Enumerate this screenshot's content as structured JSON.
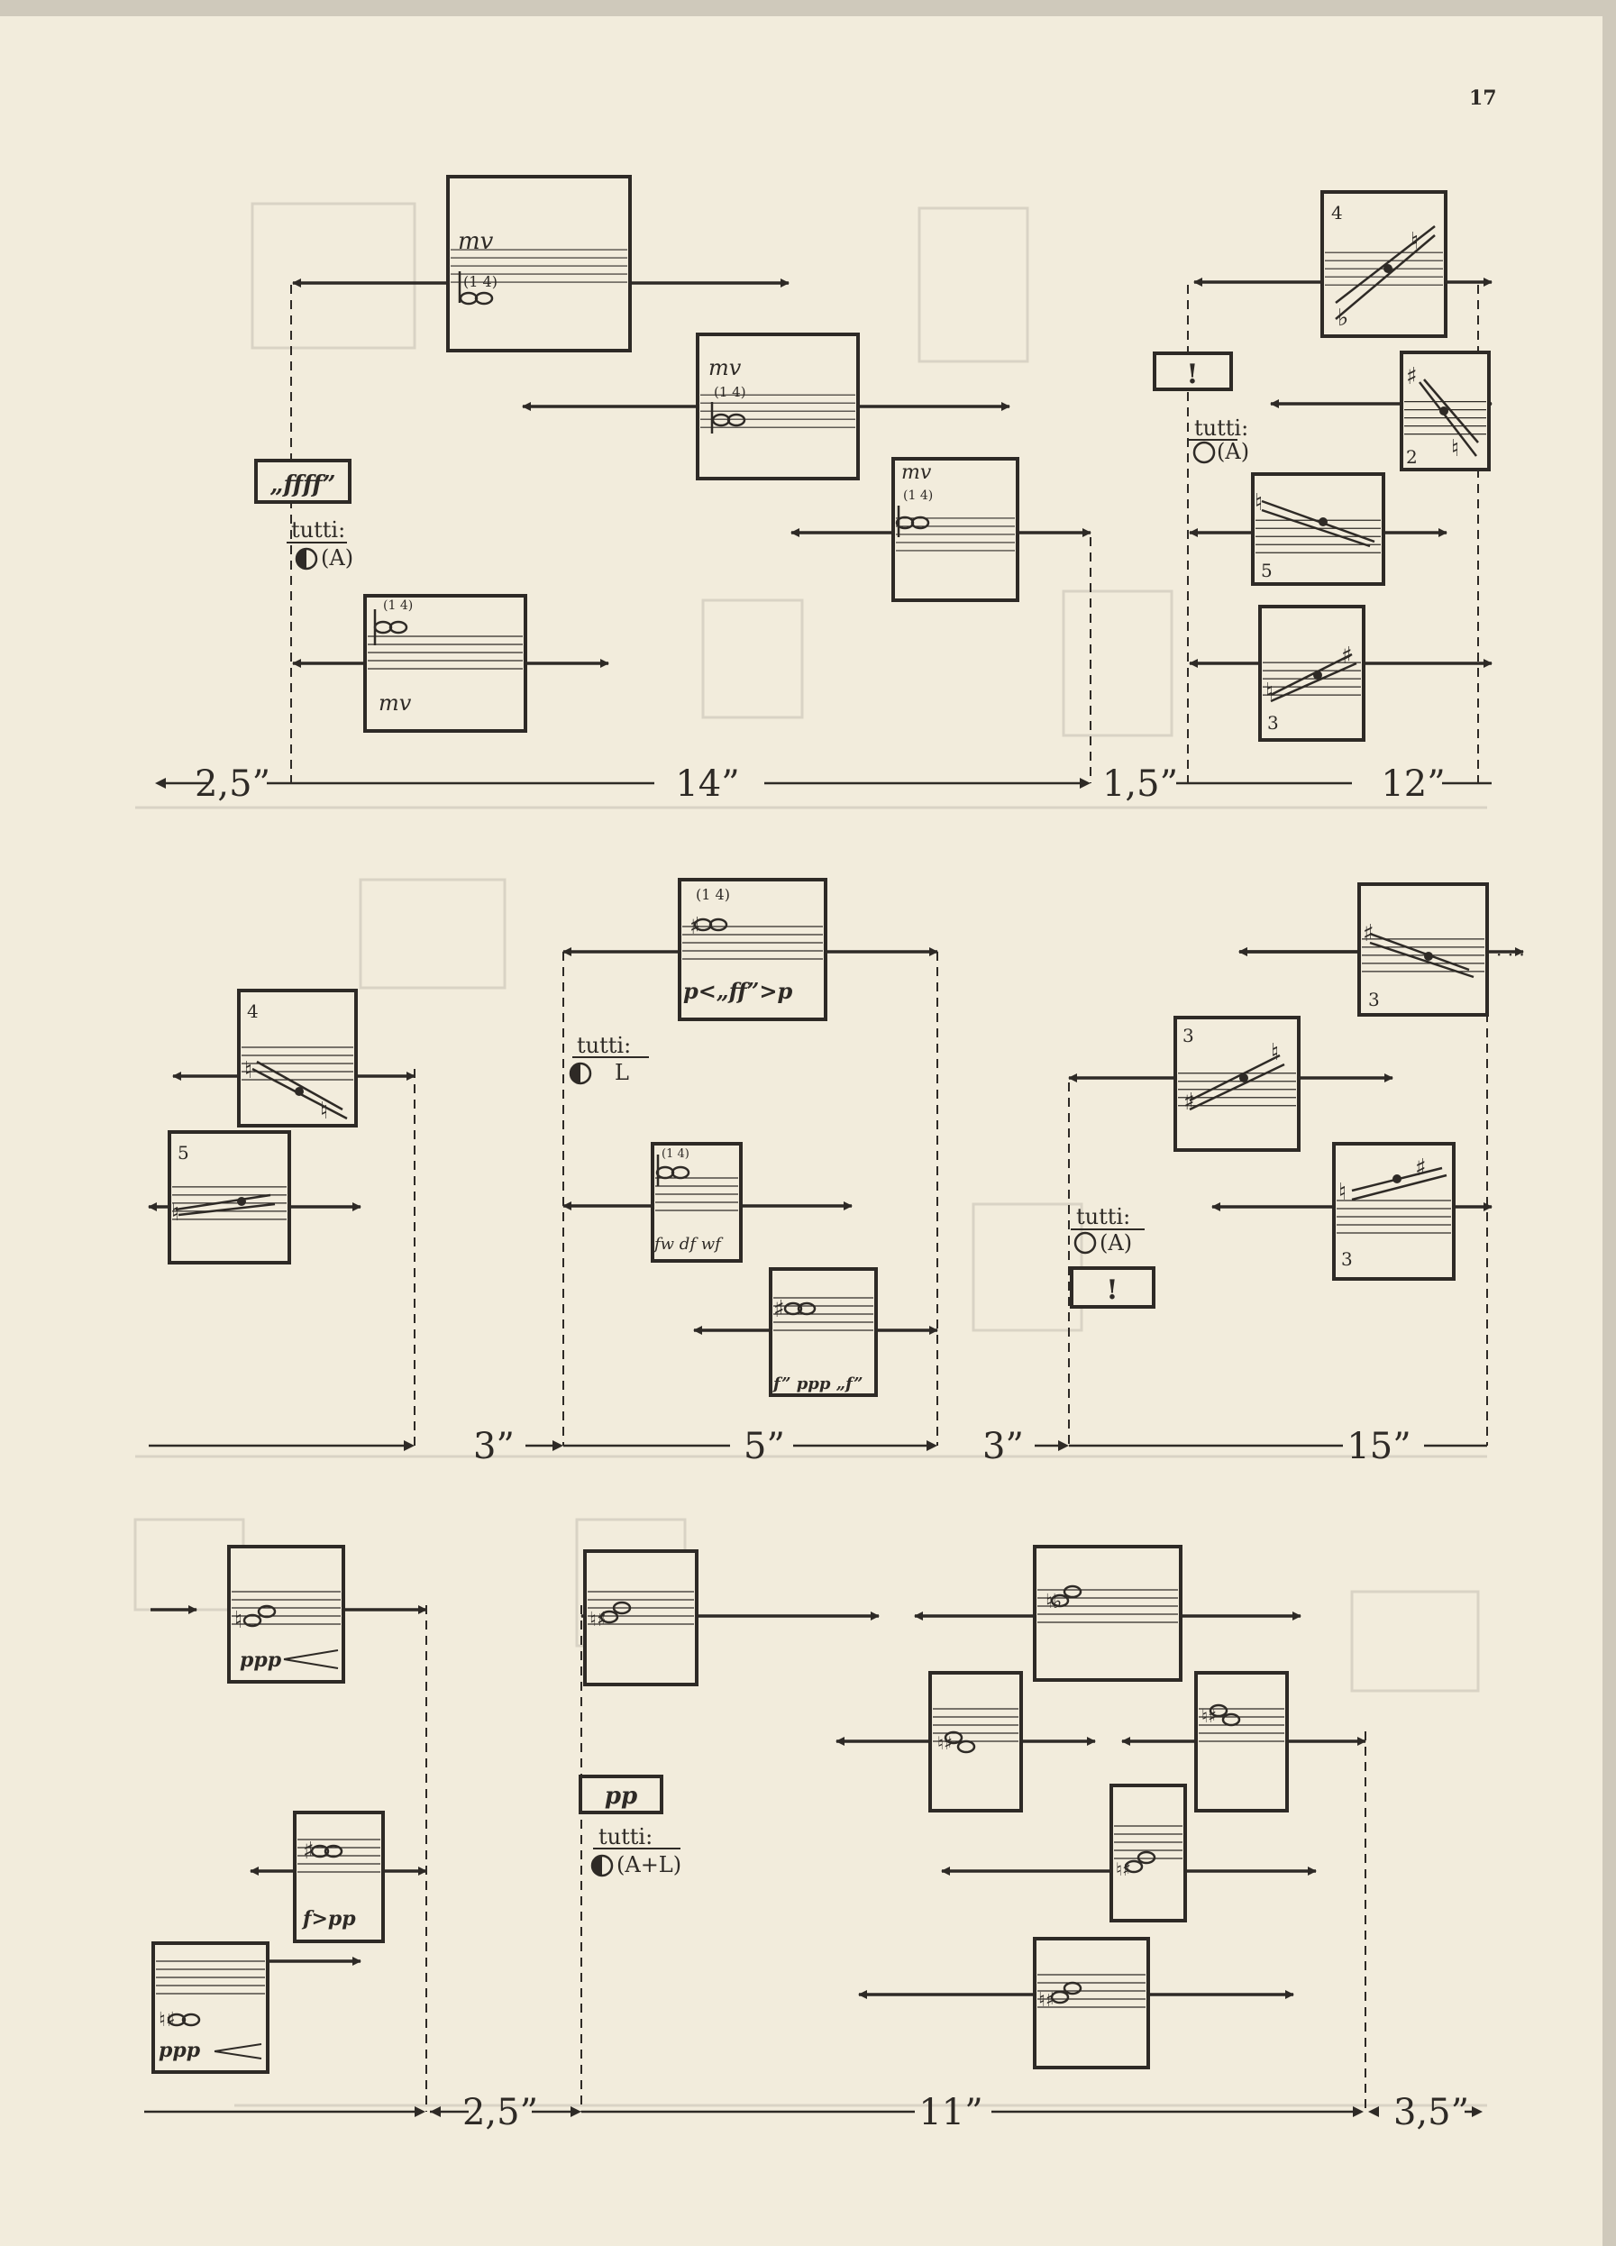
{
  "page_number": "17",
  "labels": {
    "mv": "mv",
    "fingering": "(1 4)",
    "tutti": "tutti:",
    "tutti_A": "(A)",
    "tutti_L": "L",
    "tutti_AL": "(A+L)",
    "ffff": "„ffff”",
    "pp": "pp",
    "ppp": "ppp",
    "exclaim": "!",
    "dyn_p_ff_p": "p<„ff”>p",
    "dyn_f_pp": "f>pp",
    "dyn_f_ppp_f": "f” ppp „f”",
    "num2": "2",
    "num3": "3",
    "num4": "4",
    "num5": "5"
  },
  "timings": {
    "row1": [
      "2,5”",
      "14”",
      "1,5”",
      "12”"
    ],
    "row2": [
      "3”",
      "5”",
      "3”",
      "15”"
    ],
    "row3": [
      "2,5”",
      "11”",
      "3,5”"
    ]
  },
  "ink_color": "#2e2a26",
  "paper_color": "#f2ecdc",
  "ghost_color": "#d6d0c2"
}
